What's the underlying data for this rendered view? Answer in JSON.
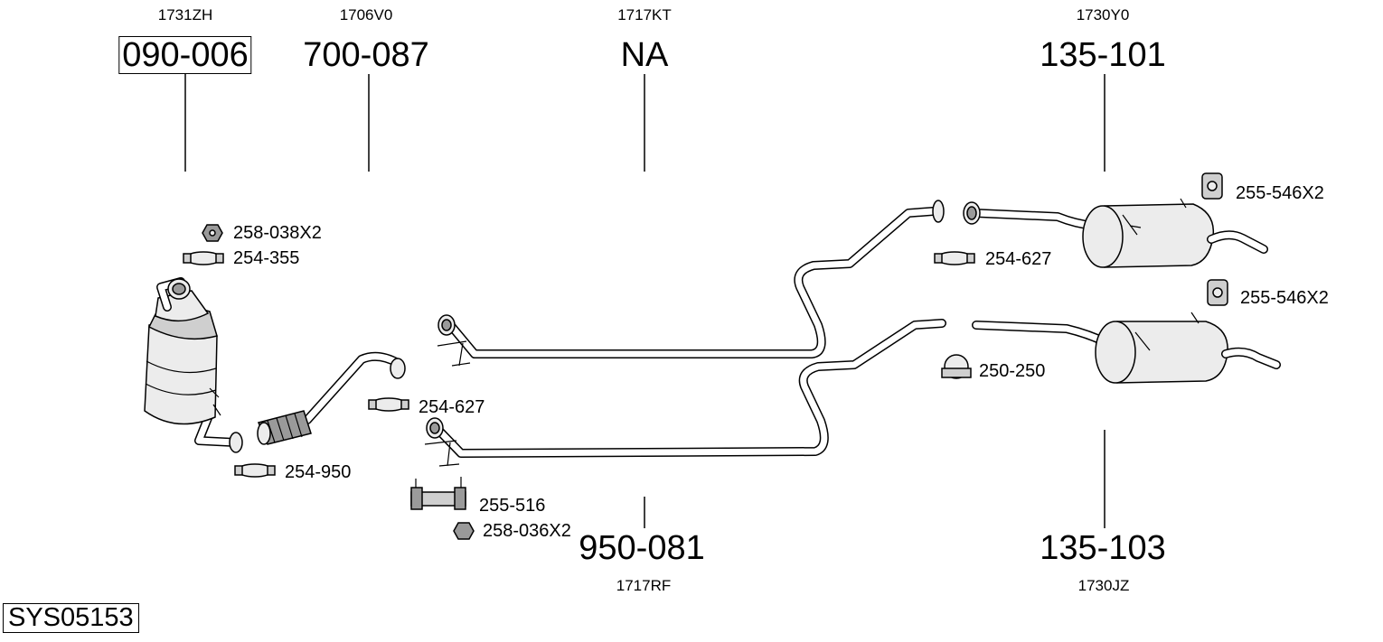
{
  "parts": {
    "cat": {
      "oe": "1731ZH",
      "pn": "090-006"
    },
    "front_pipe": {
      "oe": "1706V0",
      "pn": "700-087"
    },
    "centre_top": {
      "oe": "1717KT",
      "pn": "NA"
    },
    "centre_bot": {
      "oe": "1717RF",
      "pn": "950-081"
    },
    "rear_top": {
      "oe": "1730Y0",
      "pn": "135-101"
    },
    "rear_bot": {
      "oe": "1730JZ",
      "pn": "135-103"
    }
  },
  "accessories": {
    "nut_cat": "258-038X2",
    "clamp_cat": "254-355",
    "clamp_front": "254-950",
    "clamp_centre": "254-627",
    "bracket": "255-516",
    "nut_bracket": "258-036X2",
    "clamp_rear_top": "254-627",
    "clamp_rear_bot": "250-250",
    "rubber_top": "255-546X2",
    "rubber_bot": "255-546X2"
  },
  "system_id": "SYS05153"
}
